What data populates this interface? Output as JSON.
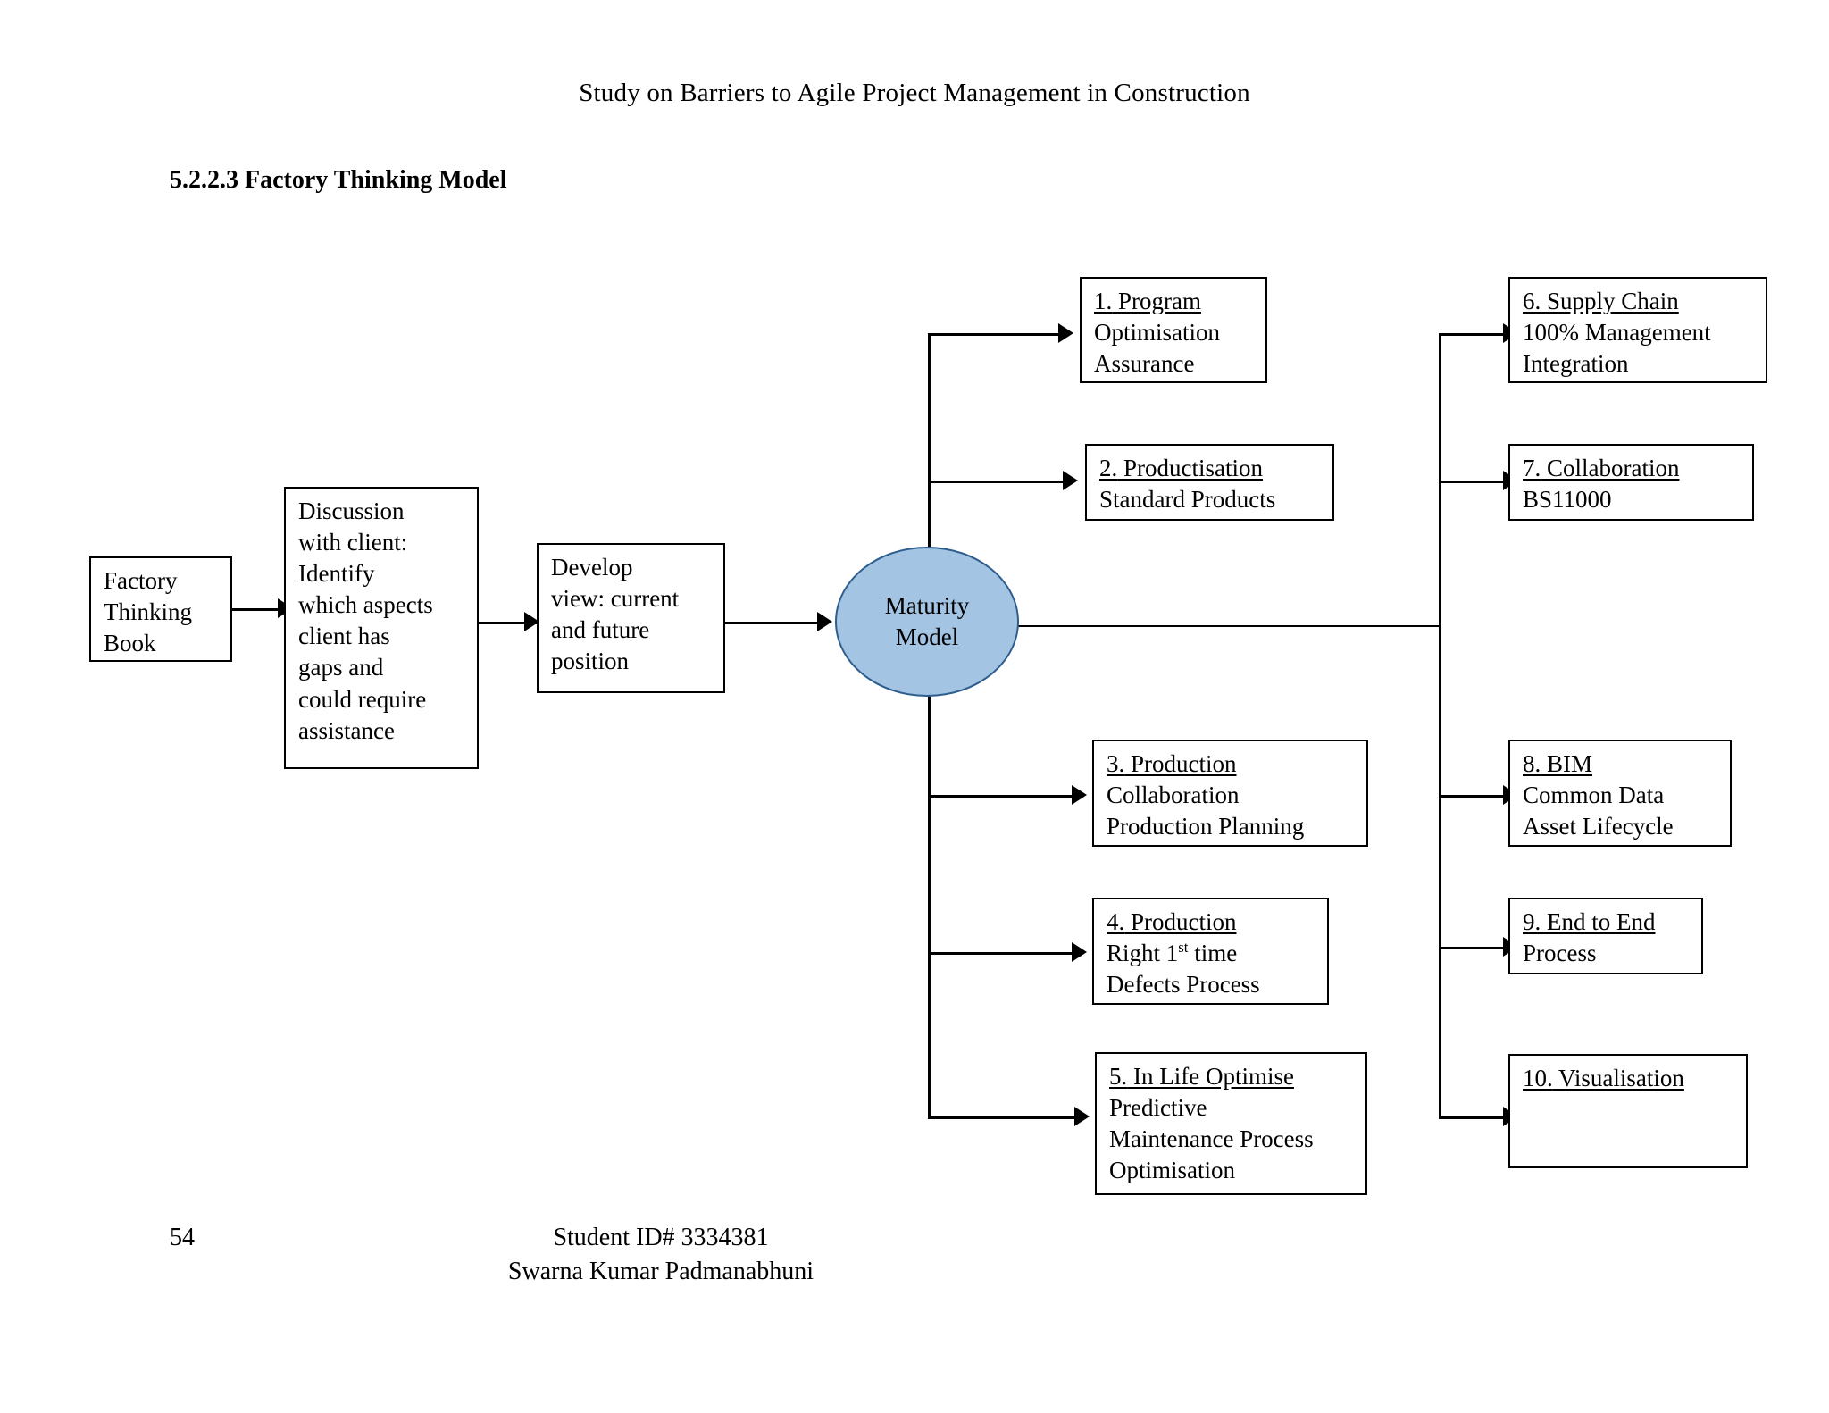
{
  "page": {
    "running_header": "Study on Barriers to Agile Project Management in Construction",
    "section_heading": "5.2.2.3 Factory Thinking Model",
    "page_number": "54",
    "footer_student_id": "Student ID# 3334381",
    "footer_author": "Swarna Kumar Padmanabhuni"
  },
  "colors": {
    "ellipse_fill": "#A3C4E3",
    "ellipse_stroke": "#2E5E8E",
    "box_stroke": "#000000",
    "line": "#000000"
  },
  "diagram": {
    "type": "flowchart",
    "flow": {
      "source_box": {
        "lines": [
          "Factory",
          "Thinking",
          "Book"
        ]
      },
      "discussion_box": {
        "lines": [
          "Discussion",
          "with client:",
          "Identify",
          "which aspects",
          "client has",
          "gaps and",
          "could require",
          "assistance"
        ]
      },
      "develop_box": {
        "lines": [
          "Develop",
          "view: current",
          "and future",
          "position"
        ]
      },
      "hub": {
        "lines": [
          "Maturity",
          "Model"
        ]
      }
    },
    "branch_left": [
      {
        "number": "1.",
        "title": "Program",
        "body": [
          "Optimisation",
          "Assurance"
        ]
      },
      {
        "number": "2.",
        "title": "Productisation",
        "body": [
          "Standard Products"
        ]
      },
      {
        "number": "3.",
        "title": "Production",
        "body": [
          "Collaboration",
          "Production Planning"
        ]
      },
      {
        "number": "4.",
        "title": "Production",
        "body": [
          "Right 1st time",
          "Defects Process"
        ],
        "superscript_line": 0
      },
      {
        "number": "5.",
        "title": "In Life Optimise",
        "body": [
          "Predictive",
          "Maintenance Process",
          "Optimisation"
        ]
      }
    ],
    "branch_right": [
      {
        "number": "6.",
        "title": "Supply Chain",
        "body": [
          "100% Management",
          "Integration"
        ]
      },
      {
        "number": "7.",
        "title": "Collaboration",
        "body": [
          "BS11000"
        ]
      },
      {
        "number": "8.",
        "title": "BIM",
        "body": [
          "Common Data",
          "Asset Lifecycle"
        ]
      },
      {
        "number": "9.",
        "title": "End to End",
        "body": [
          "Process"
        ]
      },
      {
        "number": "10.",
        "title": "Visualisation",
        "body": []
      }
    ]
  }
}
